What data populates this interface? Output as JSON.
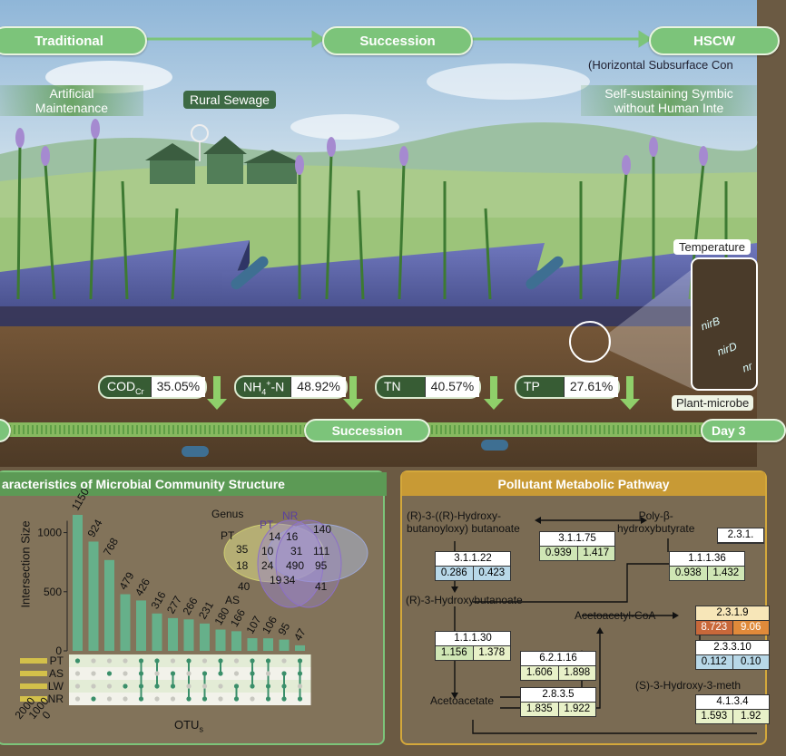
{
  "header": {
    "stages": [
      "Traditional",
      "Succession",
      "HSCW"
    ],
    "hscw_full": "(Horizontal Subsurface Con",
    "left_banner": [
      "Artificial",
      "Maintenance"
    ],
    "right_banner": [
      "Self-sustaining Symbic",
      "without Human Inte"
    ],
    "rural_label": "Rural Sewage"
  },
  "scene": {
    "temperature_label": "Temperature",
    "plant_microbe_label": "Plant-microbe",
    "genes": [
      "nirB",
      "nirD",
      "nr"
    ],
    "succession_bar_label": "Succession",
    "day_label": "Day 3"
  },
  "metrics": [
    {
      "label": "COD",
      "sub": "Cr",
      "value": "35.05%"
    },
    {
      "label": "NH",
      "sub": "4",
      "sup": "+",
      "suffix": "-N",
      "value": "48.92%"
    },
    {
      "label": "TN",
      "value": "40.57%"
    },
    {
      "label": "TP",
      "value": "27.61%"
    }
  ],
  "left_panel": {
    "title": "aracteristics of Microbial Community Structure",
    "ylabel": "Intersection Size",
    "xlabel": "OTU",
    "xlabel_sub": "s",
    "yticks": [
      "0",
      "500",
      "1000"
    ],
    "set_ticks": [
      "2000",
      "1000",
      "0"
    ],
    "venn": {
      "title": "Genus",
      "labels": {
        "PT": "PT",
        "PT2": "PT",
        "NR": "NR",
        "AS": "AS"
      },
      "numbers": [
        "35",
        "10",
        "14",
        "16",
        "140",
        "18",
        "24",
        "31",
        "111",
        "490",
        "95",
        "19",
        "34",
        "40",
        "41"
      ]
    }
  },
  "chart_data": {
    "type": "bar",
    "title": "",
    "ylabel": "Intersection Size",
    "xlabel": "OTUs",
    "ylim": [
      0,
      1150
    ],
    "values": [
      1150,
      924,
      768,
      479,
      426,
      316,
      277,
      266,
      231,
      180,
      166,
      107,
      106,
      95,
      47
    ],
    "value_labels": [
      "1150",
      "924",
      "768",
      "479",
      "426",
      "316",
      "277",
      "266",
      "231",
      "180",
      "166",
      "107",
      "106",
      "95",
      "47"
    ],
    "sets": [
      "PT",
      "AS",
      "LW",
      "NR"
    ],
    "set_sizes": [
      1000,
      1000,
      1000,
      1000
    ],
    "membership": [
      [
        1,
        0,
        0,
        0
      ],
      [
        0,
        0,
        0,
        1
      ],
      [
        0,
        1,
        0,
        0
      ],
      [
        0,
        0,
        1,
        0
      ],
      [
        1,
        1,
        1,
        1
      ],
      [
        1,
        0,
        1,
        0
      ],
      [
        0,
        1,
        1,
        0
      ],
      [
        1,
        0,
        0,
        1
      ],
      [
        0,
        1,
        0,
        1
      ],
      [
        1,
        1,
        0,
        0
      ],
      [
        0,
        0,
        1,
        1
      ],
      [
        1,
        1,
        1,
        0
      ],
      [
        1,
        0,
        1,
        1
      ],
      [
        0,
        1,
        1,
        1
      ],
      [
        1,
        1,
        0,
        1
      ]
    ]
  },
  "right_panel": {
    "title": "Pollutant Metabolic Pathway",
    "compounds": {
      "c1": "(R)-3-((R)-Hydroxy-",
      "c1b": "butanoyloxy) butanoate",
      "c2": "Poly-β-",
      "c2b": "hydroxybutyrate",
      "c3": "(R)-3-Hydroxybutanoate",
      "c4": "Acetoacetyl-CoA",
      "c5": "Acetoacetate",
      "c6": "(S)-3-Hydroxy-3-meth"
    },
    "enzymes": [
      {
        "id": "3.1.1.75",
        "v1": "0.939",
        "v2": "1.417",
        "c1": "#cfe6b5",
        "c2": "#cfe6b5"
      },
      {
        "id": "2.3.1.",
        "v1": "",
        "v2": "",
        "c1": "#fff",
        "c2": "#fff"
      },
      {
        "id": "3.1.1.22",
        "v1": "0.286",
        "v2": "0.423",
        "c1": "#b8d8e8",
        "c2": "#b8d8e8"
      },
      {
        "id": "1.1.1.36",
        "v1": "0.938",
        "v2": "1.432",
        "c1": "#cfe6b5",
        "c2": "#cfe6b5"
      },
      {
        "id": "2.3.1.9",
        "v1": "8.723",
        "v2": "9.06",
        "c1": "#c8683a",
        "c2": "#e08a3a"
      },
      {
        "id": "1.1.1.30",
        "v1": "1.156",
        "v2": "1.378",
        "c1": "#cfe6b5",
        "c2": "#e8f1c8"
      },
      {
        "id": "2.3.3.10",
        "v1": "0.112",
        "v2": "0.10",
        "c1": "#b8d8e8",
        "c2": "#b8d8e8"
      },
      {
        "id": "6.2.1.16",
        "v1": "1.606",
        "v2": "1.898",
        "c1": "#e8f1c8",
        "c2": "#e8f1c8"
      },
      {
        "id": "2.8.3.5",
        "v1": "1.835",
        "v2": "1.922",
        "c1": "#e8f1c8",
        "c2": "#e8f1c8"
      },
      {
        "id": "4.1.3.4",
        "v1": "1.593",
        "v2": "1.92",
        "c1": "#e8f1c8",
        "c2": "#e8f1c8"
      }
    ]
  }
}
